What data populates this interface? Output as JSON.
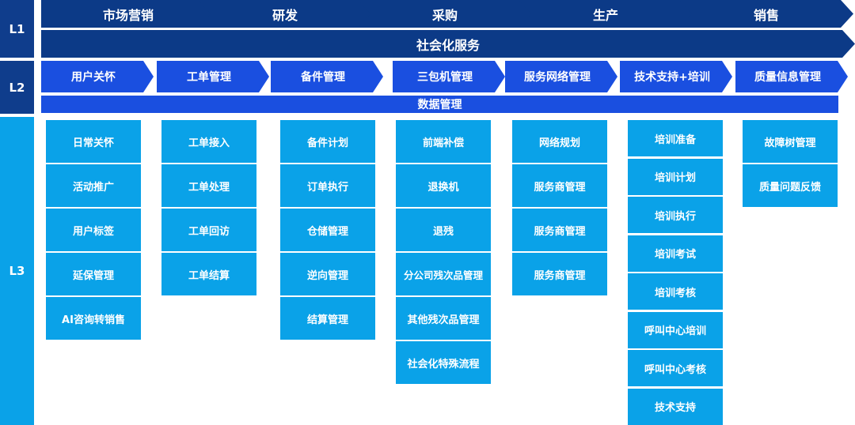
{
  "colors": {
    "level_label": "#0f3d8c",
    "level_label_l3": "#0aa2e8",
    "l1_dark": "#0c3a87",
    "l2_blue": "#1a4fe0",
    "l3_cyan": "#0aa2e8"
  },
  "levels": [
    "L1",
    "L2",
    "L3"
  ],
  "l1": {
    "stages": [
      "市场营销",
      "研发",
      "采购",
      "生产",
      "销售"
    ],
    "bar": "社会化服务"
  },
  "l2": {
    "stages": [
      "用户关怀",
      "工单管理",
      "备件管理",
      "三包机管理",
      "服务网络管理",
      "技术支持+培训",
      "质量信息管理"
    ],
    "bar": "数据管理"
  },
  "l3": {
    "columns": [
      [
        "日常关怀",
        "活动推广",
        "用户标签",
        "延保管理",
        "AI咨询转销售"
      ],
      [
        "工单接入",
        "工单处理",
        "工单回访",
        "工单结算"
      ],
      [
        "备件计划",
        "订单执行",
        "仓储管理",
        "逆向管理",
        "结算管理"
      ],
      [
        "前端补偿",
        "退换机",
        "退残",
        "分公司残次品管理",
        "其他残次品管理",
        "社会化特殊流程"
      ],
      [
        "网络规划",
        "服务商管理",
        "服务商管理",
        "服务商管理"
      ],
      [
        "培训准备",
        "培训计划",
        "培训执行",
        "培训考试",
        "培训考核",
        "呼叫中心培训",
        "呼叫中心考核",
        "技术支持"
      ],
      [
        "故障树管理",
        "质量问题反馈"
      ]
    ]
  }
}
